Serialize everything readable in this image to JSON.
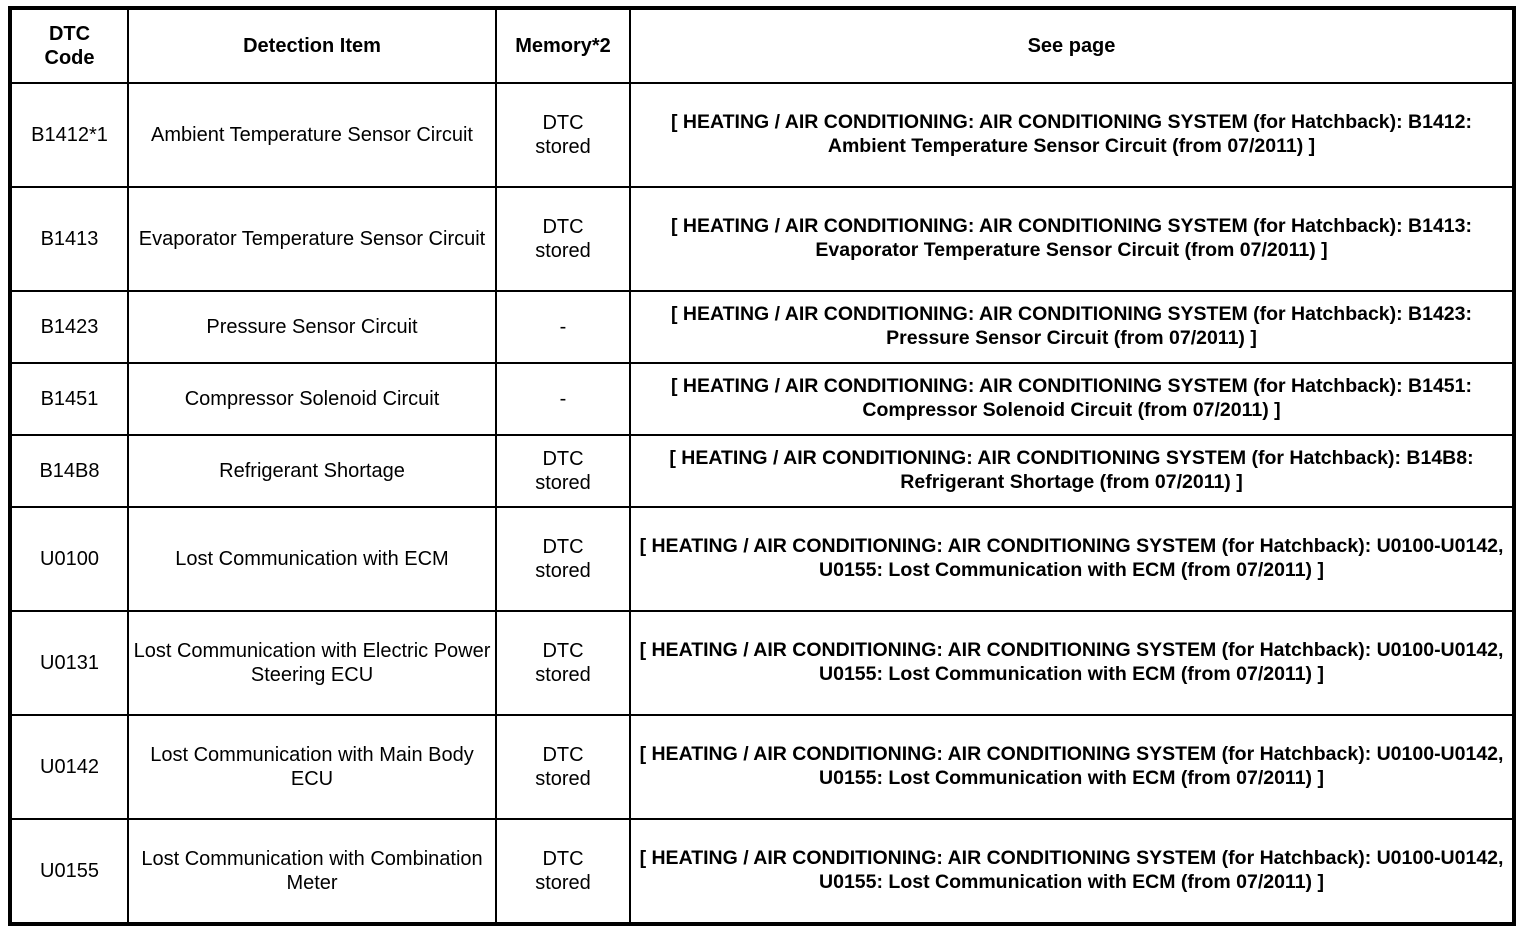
{
  "table": {
    "columns": [
      {
        "key": "dtc_code",
        "label": "DTC\nCode"
      },
      {
        "key": "detection",
        "label": "Detection Item"
      },
      {
        "key": "memory",
        "label": "Memory*2"
      },
      {
        "key": "see_page",
        "label": "See page"
      }
    ],
    "header": {
      "dtc_code": "DTC\nCode",
      "detection": "Detection Item",
      "memory": "Memory*2",
      "see_page": "See page"
    },
    "rows": [
      {
        "dtc_code": "B1412*1",
        "detection": "Ambient Temperature Sensor Circuit",
        "memory": "DTC\nstored",
        "see_page": "[ HEATING / AIR CONDITIONING: AIR CONDITIONING SYSTEM (for Hatchback): B1412: Ambient Temperature Sensor Circuit (from 07/2011) ]"
      },
      {
        "dtc_code": "B1413",
        "detection": "Evaporator Temperature Sensor Circuit",
        "memory": "DTC\nstored",
        "see_page": "[ HEATING / AIR CONDITIONING: AIR CONDITIONING SYSTEM (for Hatchback): B1413: Evaporator Temperature Sensor Circuit (from 07/2011) ]"
      },
      {
        "dtc_code": "B1423",
        "detection": "Pressure Sensor Circuit",
        "memory": "-",
        "see_page": "[ HEATING / AIR CONDITIONING: AIR CONDITIONING SYSTEM (for Hatchback): B1423: Pressure Sensor Circuit (from 07/2011) ]"
      },
      {
        "dtc_code": "B1451",
        "detection": "Compressor Solenoid Circuit",
        "memory": "-",
        "see_page": "[ HEATING / AIR CONDITIONING: AIR CONDITIONING SYSTEM (for Hatchback): B1451: Compressor Solenoid Circuit (from 07/2011) ]"
      },
      {
        "dtc_code": "B14B8",
        "detection": "Refrigerant Shortage",
        "memory": "DTC\nstored",
        "see_page": "[ HEATING / AIR CONDITIONING: AIR CONDITIONING SYSTEM (for Hatchback): B14B8: Refrigerant Shortage (from 07/2011) ]"
      },
      {
        "dtc_code": "U0100",
        "detection": "Lost Communication with ECM",
        "memory": "DTC\nstored",
        "see_page": "[ HEATING / AIR CONDITIONING: AIR CONDITIONING SYSTEM (for Hatchback): U0100-U0142, U0155: Lost Communication with ECM (from 07/2011) ]"
      },
      {
        "dtc_code": "U0131",
        "detection": "Lost Communication with Electric Power Steering ECU",
        "memory": "DTC\nstored",
        "see_page": "[ HEATING / AIR CONDITIONING: AIR CONDITIONING SYSTEM (for Hatchback): U0100-U0142, U0155: Lost Communication with ECM (from 07/2011) ]"
      },
      {
        "dtc_code": "U0142",
        "detection": "Lost Communication with Main Body ECU",
        "memory": "DTC\nstored",
        "see_page": "[ HEATING / AIR CONDITIONING: AIR CONDITIONING SYSTEM (for Hatchback): U0100-U0142, U0155: Lost Communication with ECM (from 07/2011) ]"
      },
      {
        "dtc_code": "U0155",
        "detection": "Lost Communication with Combination Meter",
        "memory": "DTC\nstored",
        "see_page": "[ HEATING / AIR CONDITIONING: AIR CONDITIONING SYSTEM (for Hatchback): U0100-U0142, U0155: Lost Communication with ECM (from 07/2011) ]"
      }
    ]
  },
  "style": {
    "text_color": "#000000",
    "background": "#ffffff",
    "border_color": "#000000"
  }
}
